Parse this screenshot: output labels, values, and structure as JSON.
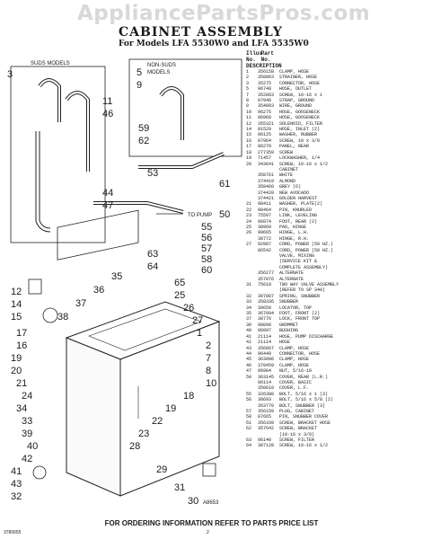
{
  "watermark": "AppliancePartsPros.com",
  "title": "CABINET ASSEMBLY",
  "subtitle": "For Models LFA 5530W0 and LFA 5535W0",
  "diagram": {
    "box_labels": {
      "suds": "SUDS MODELS",
      "non_suds_1": "NON-SUDS",
      "non_suds_2": "MODELS",
      "to_pump": "TO PUMP",
      "ref": "A8653"
    },
    "callouts": [
      "3",
      "11",
      "46",
      "5",
      "9",
      "59",
      "62",
      "53",
      "61",
      "44",
      "47",
      "50",
      "55",
      "56",
      "57",
      "58",
      "60",
      "12",
      "14",
      "15",
      "17",
      "16",
      "19",
      "20",
      "21",
      "24",
      "34",
      "33",
      "39",
      "40",
      "42",
      "41",
      "43",
      "32",
      "63",
      "64",
      "65",
      "25",
      "26",
      "27",
      "1",
      "2",
      "7",
      "8",
      "10",
      "18",
      "19",
      "22",
      "23",
      "28",
      "29",
      "31",
      "30",
      "35",
      "36",
      "37",
      "38"
    ]
  },
  "parts_list": {
    "headers": {
      "ill": "Illus. No.",
      "part": "Part No.",
      "desc": "DESCRIPTION"
    },
    "rows": [
      [
        "1",
        "356158",
        "CLAMP, HOSE"
      ],
      [
        "2",
        "358863",
        "STRAINER, HOSE"
      ],
      [
        "3",
        "35275",
        "CONNECTOR, HOSE"
      ],
      [
        "5",
        "96748",
        "HOSE, OUTLET"
      ],
      [
        "7",
        "352863",
        "SCREW, 10-16 x 1"
      ],
      [
        "8",
        "97946",
        "STRAP, GROUND"
      ],
      [
        "9",
        "354083",
        "WIRE, GROUND"
      ],
      [
        "10",
        "96275",
        "HOSE, GOOSENECK"
      ],
      [
        "11",
        "96960",
        "HOSE, GOOSENECK"
      ],
      [
        "12",
        "355321",
        "SOLENOID, FILTER"
      ],
      [
        "14",
        "81529",
        "HOSE, INLET (2)"
      ],
      [
        "15",
        "96125",
        "WASHER, RUBBER"
      ],
      [
        "16",
        "97964",
        "SCREW, 10 x 3/8"
      ],
      [
        "17",
        "86279",
        "PANEL, REAR"
      ],
      [
        "18",
        "277359",
        "SCREW"
      ],
      [
        "19",
        "71457",
        "LOCKWASHER, 1/4"
      ],
      [
        "20",
        "343641",
        "SCREW, 10-16 x 1/2"
      ],
      [
        "",
        "",
        "CABINET"
      ],
      [
        "",
        "358761",
        "WHITE"
      ],
      [
        "",
        "374419",
        "ALMOND"
      ],
      [
        "",
        "358460",
        "GREY (6)"
      ],
      [
        "",
        "374420",
        "NEW AVOCADO"
      ],
      [
        "",
        "374421",
        "GOLDEN HARVEST"
      ],
      [
        "21",
        "98411",
        "WASHER, PLATE(2)"
      ],
      [
        "22",
        "98464",
        "PIN, KNURLED"
      ],
      [
        "23",
        "75587",
        "LINK, LEVELING"
      ],
      [
        "24",
        "96874",
        "FOOT, REAR (2)"
      ],
      [
        "25",
        "38969",
        "PAD, HINGE"
      ],
      [
        "26",
        "99665",
        "HINGE, L.H."
      ],
      [
        "",
        "38772",
        "HINGE, R.H."
      ],
      [
        "27",
        "92987",
        "CORD, POWER (50 HZ.)"
      ],
      [
        "",
        "86542",
        "CORD, POWER (50 HZ.)"
      ],
      [
        "",
        "",
        "VALVE, MIXING"
      ],
      [
        "",
        "",
        "(SERVICE KIT &"
      ],
      [
        "",
        "",
        "COMPLETE ASSEMBLY)"
      ],
      [
        "",
        "356277",
        "ALTERNATE"
      ],
      [
        "",
        "357076",
        "ALTERNATE"
      ],
      [
        "31",
        "75618",
        "TWO WAY VALVE ASSEMBLY"
      ],
      [
        "",
        "",
        "(REFER TO SP 340)"
      ],
      [
        "32",
        "397087",
        "SPRING, SNUBBER"
      ],
      [
        "33",
        "358336",
        "SNUBBER"
      ],
      [
        "34",
        "39659",
        "LOCATOR, TOP"
      ],
      [
        "35",
        "367094",
        "FOOT, FRONT (2)"
      ],
      [
        "37",
        "38776",
        "LOCK, FRONT TOP"
      ],
      [
        "39",
        "98098",
        "GROMMET"
      ],
      [
        "40",
        "96097",
        "BUSHING"
      ],
      [
        "41",
        "21114",
        "HOSE, PUMP DISCHARGE"
      ],
      [
        "42",
        "21114",
        "HOSE"
      ],
      [
        "43",
        "356067",
        "CLAMP, HOSE"
      ],
      [
        "44",
        "96440",
        "CONNECTOR, HOSE"
      ],
      [
        "45",
        "363096",
        "CLAMP, HOSE"
      ],
      [
        "46",
        "370459",
        "CLAMP, HOSE"
      ],
      [
        "47",
        "96984",
        "NUT, 5/16-18"
      ],
      [
        "50",
        "363145",
        "COVER, REAR (L.R.)"
      ],
      [
        "",
        "96114",
        "COVER, BASIC"
      ],
      [
        "",
        "358610",
        "COVER, L.F."
      ],
      [
        "55",
        "326388",
        "BOLT, 5/16 x 1 (3)"
      ],
      [
        "56",
        "38693",
        "BOLT, 5/16 x 5/8 (2)"
      ],
      [
        "",
        "353770",
        "BOLT, SNUBBER (3)"
      ],
      [
        "57",
        "356159",
        "PLUG, CABINET"
      ],
      [
        "58",
        "87665",
        "PIN, SNUBBER COVER"
      ],
      [
        "61",
        "356339",
        "SCREW, BRACKET HOSE"
      ],
      [
        "62",
        "357642",
        "SCREW, BRACKET"
      ],
      [
        "",
        "",
        "(10-16 x 3/8)"
      ],
      [
        "63",
        "96140",
        "SCREW, FILTER"
      ],
      [
        "64",
        "387128",
        "SCREW, 10-16 x 1/2"
      ]
    ]
  },
  "footer": "FOR ORDERING INFORMATION REFER TO PARTS PRICE LIST",
  "doc_code": "3780655",
  "page_number": "2"
}
